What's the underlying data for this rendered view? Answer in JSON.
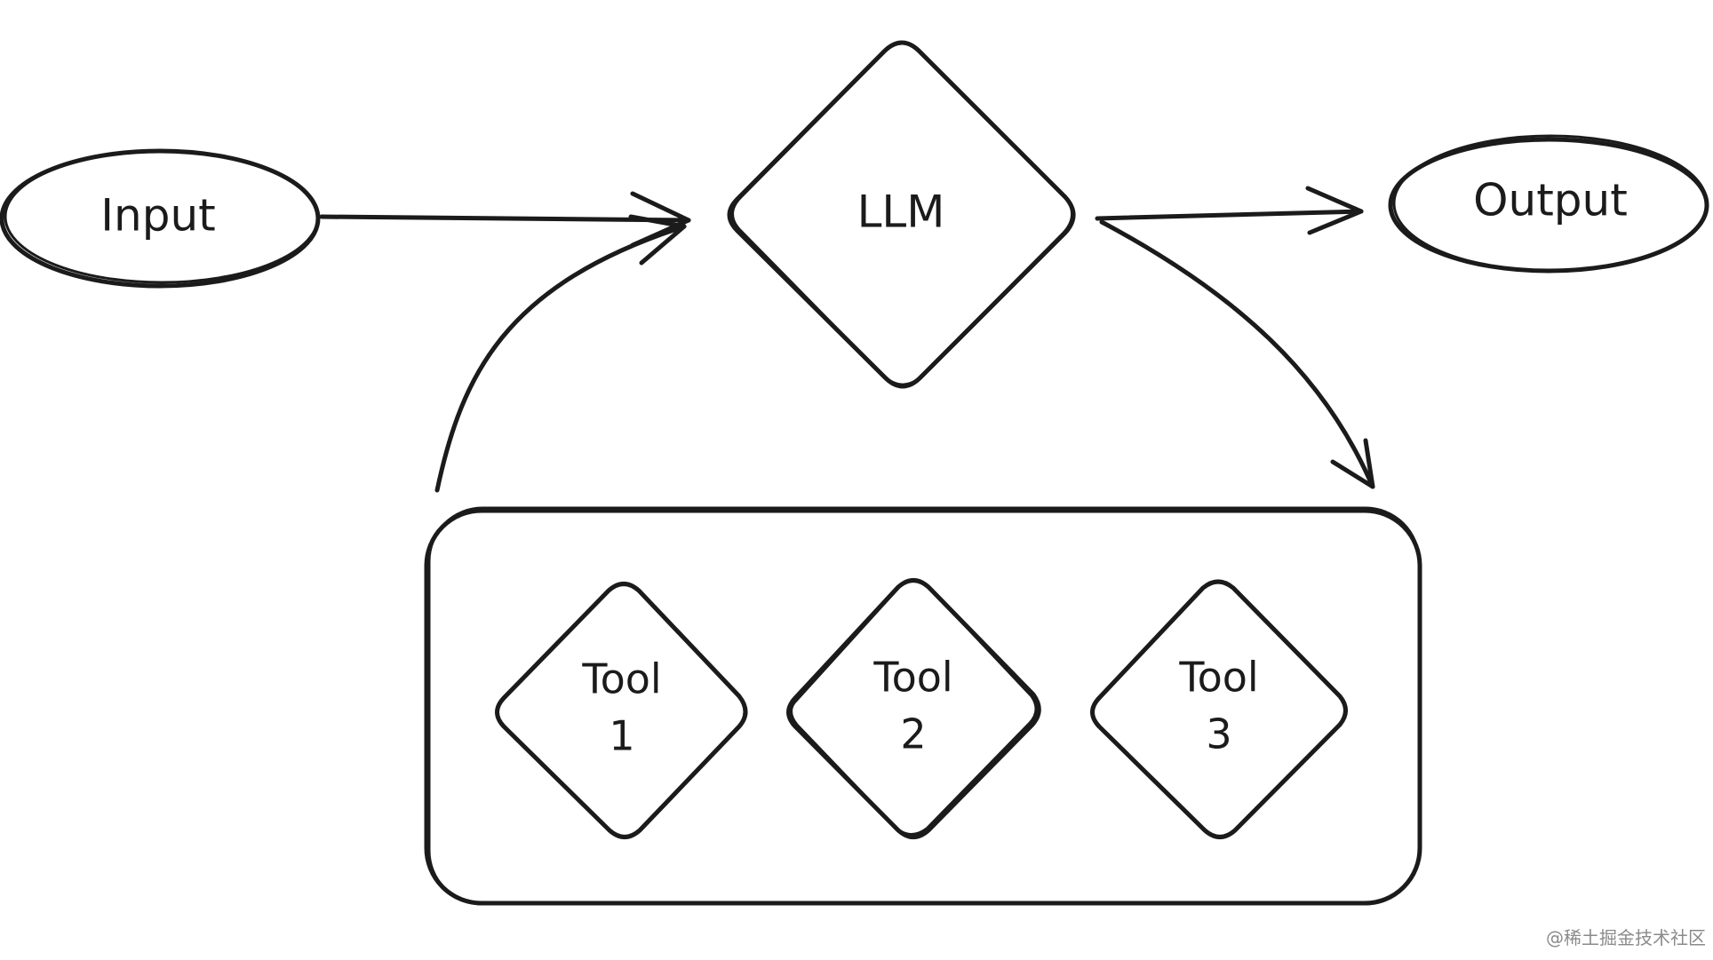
{
  "nodes": {
    "input": "Input",
    "llm": "LLM",
    "output": "Output",
    "tools": [
      {
        "line1": "Tool",
        "line2": "1"
      },
      {
        "line1": "Tool",
        "line2": "2"
      },
      {
        "line1": "Tool",
        "line2": "3"
      }
    ]
  },
  "watermark": "@稀土掘金技术社区",
  "colors": {
    "ink": "#1b1b1b",
    "background": "#ffffff",
    "watermark": "#8a8a8a"
  }
}
